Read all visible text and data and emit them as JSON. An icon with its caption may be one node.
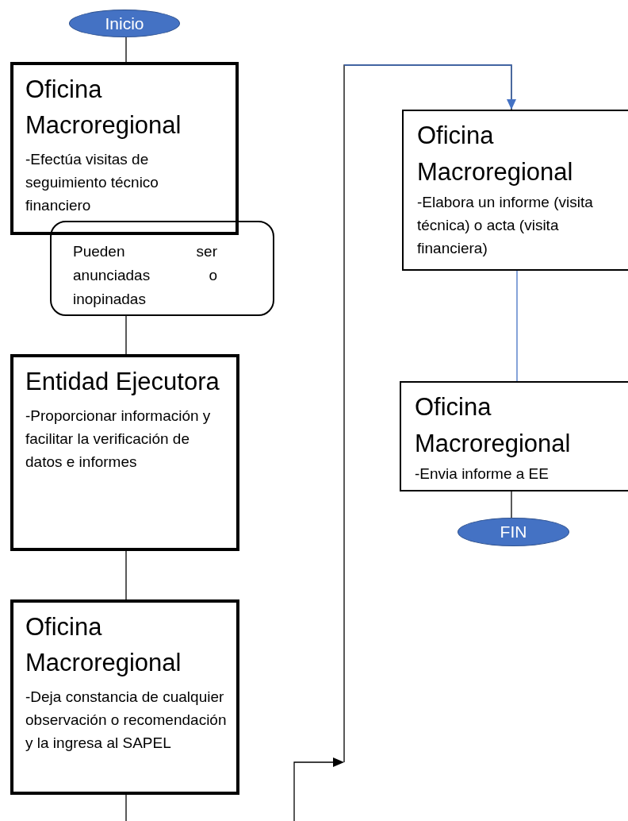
{
  "diagram": {
    "nodes": [
      {
        "text": [
          "Inicio"
        ]
      },
      {
        "text": [
          "Oficina Macroregional",
          "-Efectúa visitas de seguimiento técnico financiero"
        ]
      },
      {
        "text": [
          "Pueden ser anunciadas o inopinadas"
        ]
      },
      {
        "text": [
          "Entidad Ejecutora",
          "-Proporcionar información y facilitar la verificación de datos e informes"
        ]
      },
      {
        "text": [
          "Oficina Macroregional",
          "-Deja constancia de cualquier observación o recomendación y la ingresa al SAPEL"
        ]
      },
      {
        "text": [
          "Oficina Macroregional",
          "-Elabora un informe (visita técnica) o acta (visita financiera)"
        ]
      },
      {
        "text": [
          "Oficina Macroregional",
          "-Envia informe a EE"
        ]
      },
      {
        "text": [
          "FIN"
        ]
      }
    ],
    "edges": [
      {
        "from": 0,
        "to": 1,
        "arrow": "none"
      },
      {
        "from": 2,
        "to": 3,
        "arrow": "none"
      },
      {
        "from": 3,
        "to": 4,
        "arrow": "none"
      },
      {
        "from": 4,
        "to": null,
        "arrow": "none"
      },
      {
        "from": null,
        "to": 5,
        "arrow": "to"
      },
      {
        "from": 5,
        "to": 6,
        "arrow": "none",
        "color": "#4472c4"
      },
      {
        "from": 6,
        "to": 7,
        "arrow": "none"
      }
    ]
  }
}
